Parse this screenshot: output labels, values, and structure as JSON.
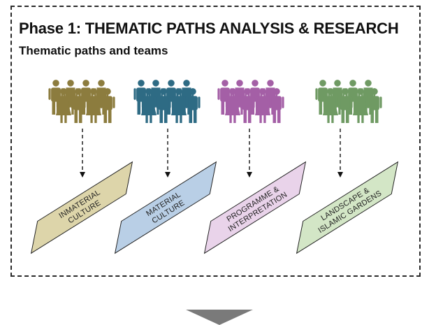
{
  "title": "Phase 1: THEMATIC PATHS ANALYSIS & RESEARCH",
  "subtitle": "Thematic paths and teams",
  "paths": [
    {
      "label_lines": [
        "INMATERIAL",
        "CULTURE"
      ],
      "icon": "people-group-icon",
      "people_color": "#8c7c3e",
      "box_fill": "#ddd5aa"
    },
    {
      "label_lines": [
        "MATERIAL",
        "CULTURE"
      ],
      "icon": "people-group-icon",
      "people_color": "#2e6b84",
      "box_fill": "#b9cfe6"
    },
    {
      "label_lines": [
        "PROGRAMME &",
        "INTERPRETATION"
      ],
      "icon": "people-group-icon",
      "people_color": "#a45fa6",
      "box_fill": "#e9d3ea"
    },
    {
      "label_lines": [
        "LANDSCAPE &",
        "ISLAMIC GARDENS"
      ],
      "icon": "people-group-icon",
      "people_color": "#6f9a63",
      "box_fill": "#d3e6c6"
    }
  ],
  "next_arrow": {
    "icon": "chevron-down-arrow-icon",
    "color": "#7a7a7a"
  }
}
